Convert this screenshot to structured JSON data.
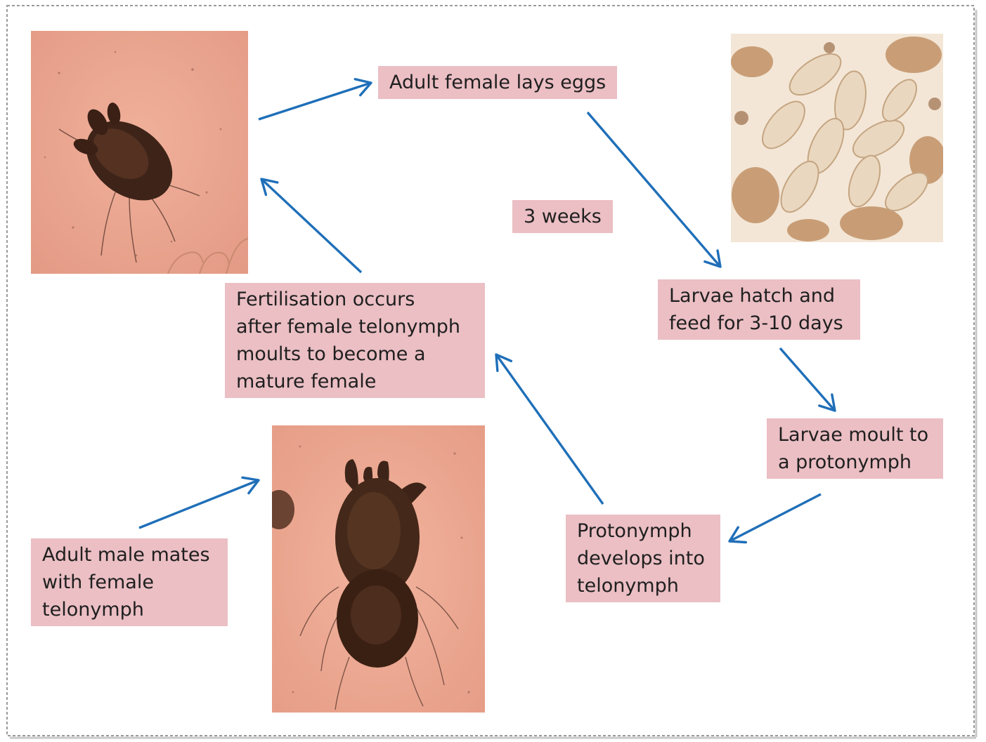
{
  "diagram": {
    "labels": {
      "adult_female_lays_eggs": "Adult female lays eggs",
      "three_weeks": "3 weeks",
      "larvae_hatch": "Larvae hatch and\nfeed for 3-10 days",
      "larvae_moult": "Larvae moult to\na protonymph",
      "protonymph_develops": "Protonymph\ndevelops into\ntelonymph",
      "fertilisation": "Fertilisation occurs\nafter female telonymph\nmoults to become a\nmature female",
      "adult_male_mates": "Adult male mates\nwith female\ntelonymph"
    },
    "photos": [
      "adult-female-mite-photo",
      "eggs-photo",
      "male-female-mites-photo"
    ],
    "colors": {
      "label_fill": "#ebbfc4",
      "arrow": "#1f6fb8",
      "photo_background": "#e8a48c"
    }
  }
}
